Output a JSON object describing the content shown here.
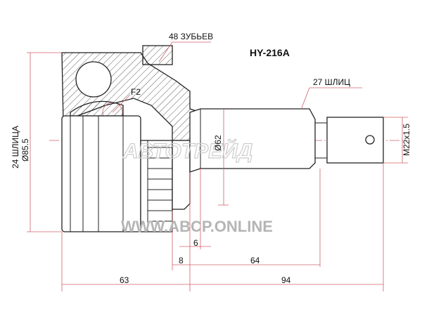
{
  "part_number": "HY-216A",
  "labels": {
    "teeth": "48 ЗУБЬЕВ",
    "outer_splines": "27 ШЛИЦ",
    "inner_splines": "24 ШЛИЦА",
    "outer_diameter": "Ø85.5",
    "shaft_diameter": "Ø62",
    "thread": "M22x1.5",
    "fit_mark": "F2"
  },
  "dimensions": {
    "d6": "6",
    "d8": "8",
    "d64": "64",
    "d63": "63",
    "d94": "94"
  },
  "watermarks": {
    "brand": "АВТОТРЕЙД",
    "site": "WWW.ABCP.ONLINE"
  }
}
